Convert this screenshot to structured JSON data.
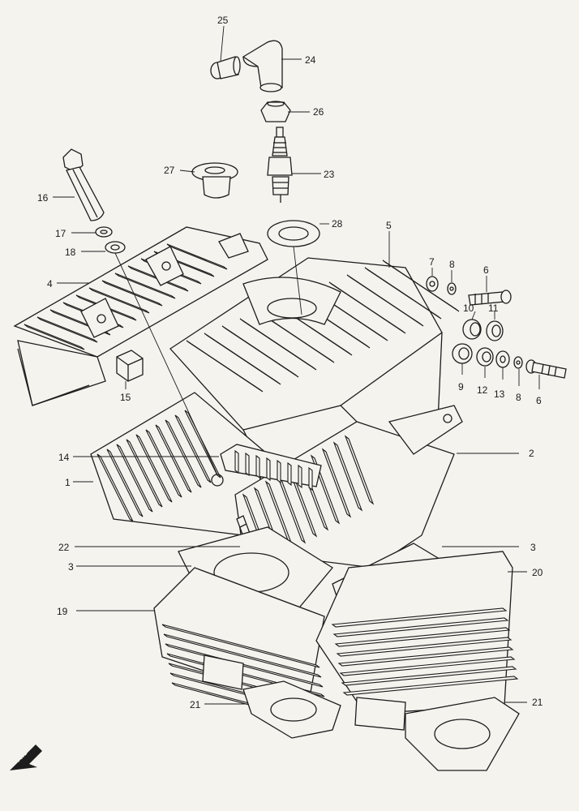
{
  "diagram": {
    "fwd_label": "FWD",
    "part_numbers": [
      "25",
      "24",
      "26",
      "27",
      "23",
      "16",
      "17",
      "28",
      "5",
      "18",
      "7",
      "8",
      "6",
      "4",
      "10",
      "11",
      "9",
      "12",
      "13",
      "8",
      "6",
      "15",
      "14",
      "2",
      "1",
      "22",
      "3",
      "3",
      "20",
      "19",
      "21",
      "21"
    ]
  }
}
